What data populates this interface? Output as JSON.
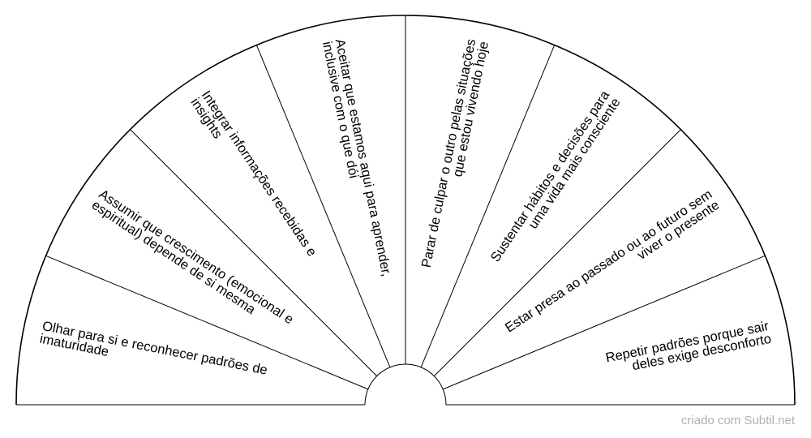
{
  "chart": {
    "sectors": [
      {
        "lines": [
          "Olhar para si e reconhecer padrões de",
          "imaturidade"
        ]
      },
      {
        "lines": [
          "Assumir que crescimento (emocional e",
          "espiritual) depende de si mesma"
        ]
      },
      {
        "lines": [
          "Integrar informações recebidas e",
          "insights"
        ]
      },
      {
        "lines": [
          "Aceitar que estamos aqui para aprender,",
          "inclusive com o que dói"
        ]
      },
      {
        "lines": [
          "Parar de culpar o outro pelas situações",
          "que estou vivendo hoje"
        ]
      },
      {
        "lines": [
          "Sustentar hábitos e decisões para",
          "uma vida mais consciente"
        ]
      },
      {
        "lines": [
          "Estar presa ao passado ou ao futuro sem",
          "viver o presente"
        ]
      },
      {
        "lines": [
          "Repetir padrões porque sair",
          "deles exige desconforto"
        ]
      }
    ]
  },
  "watermark": "criado com Subtil.net",
  "colors": {
    "stroke": "#000000",
    "watermark": "#b0b0b0"
  }
}
